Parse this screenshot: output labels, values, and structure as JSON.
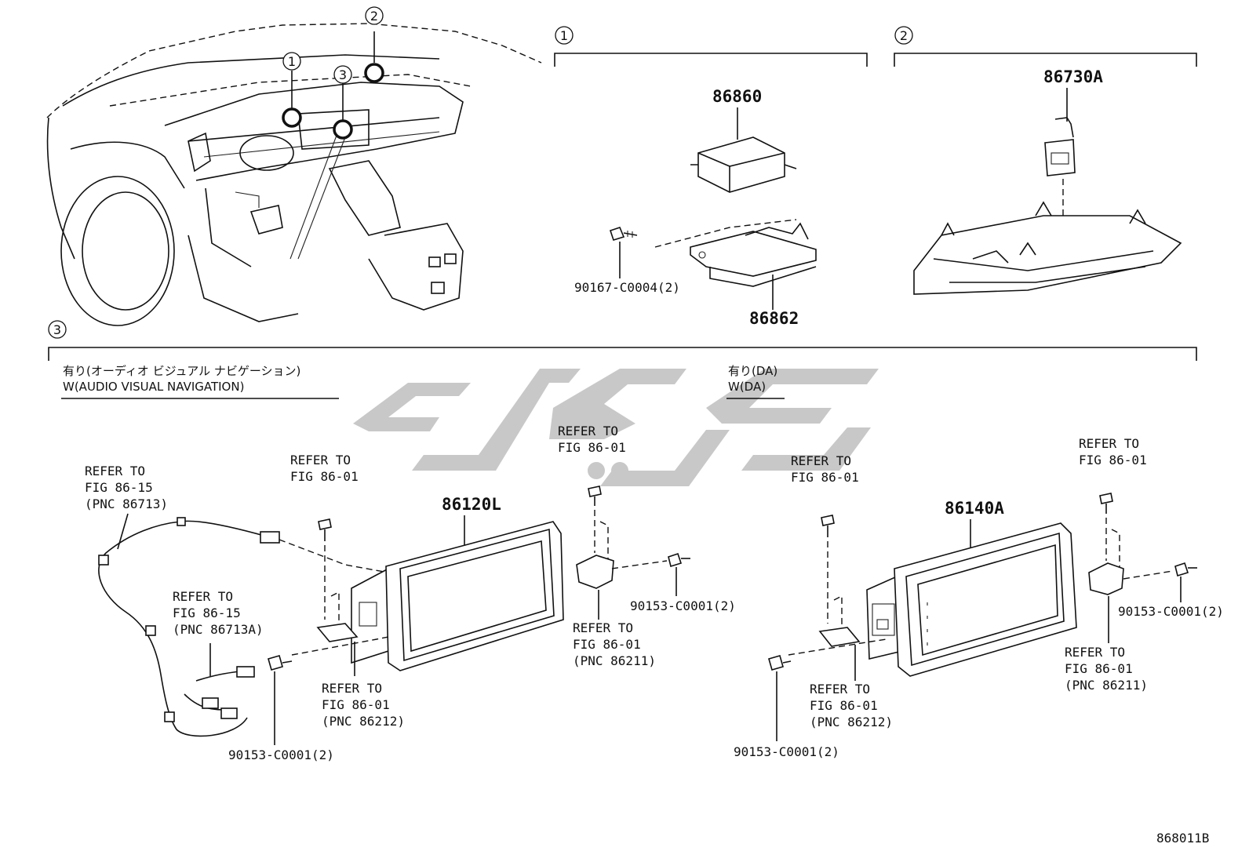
{
  "callouts": [
    "1",
    "2",
    "3"
  ],
  "sections": {
    "s1": {
      "label": "1",
      "parts": {
        "ecu": "86860",
        "bracket": "86862",
        "bolt": "90167-C0004(2)"
      }
    },
    "s2": {
      "label": "2",
      "parts": {
        "unit": "86730A"
      }
    },
    "s3": {
      "label": "3",
      "left": {
        "header_jp": "有り(オーディオ ビジュアル ナビゲーション)",
        "header_en": "W(AUDIO VISUAL NAVIGATION)",
        "part": "86120L",
        "refer_a": [
          "REFER TO",
          "FIG 86-15",
          "(PNC 86713)"
        ],
        "refer_b": [
          "REFER TO",
          "FIG 86-15",
          "(PNC 86713A)"
        ],
        "refer_c": [
          "REFER TO",
          "FIG 86-01"
        ],
        "refer_d": [
          "REFER TO",
          "FIG 86-01"
        ],
        "refer_e": [
          "REFER TO",
          "FIG 86-01",
          "(PNC 86211)"
        ],
        "refer_f": [
          "REFER TO",
          "FIG 86-01",
          "(PNC 86212)"
        ],
        "bolt_right": "90153-C0001(2)",
        "bolt_bottom": "90153-C0001(2)"
      },
      "right": {
        "header_jp": "有り(DA)",
        "header_en": "W(DA)",
        "part": "86140A",
        "refer_c": [
          "REFER TO",
          "FIG 86-01"
        ],
        "refer_d": [
          "REFER TO",
          "FIG 86-01"
        ],
        "refer_e": [
          "REFER TO",
          "FIG 86-01",
          "(PNC 86211)"
        ],
        "refer_f": [
          "REFER TO",
          "FIG 86-01",
          "(PNC 86212)"
        ],
        "bolt_right": "90153-C0001(2)",
        "bolt_bottom": "90153-C0001(2)"
      }
    }
  },
  "watermark": {
    "text": "یدک",
    "color": "#c8c8c8"
  },
  "figure_id": "868011B"
}
